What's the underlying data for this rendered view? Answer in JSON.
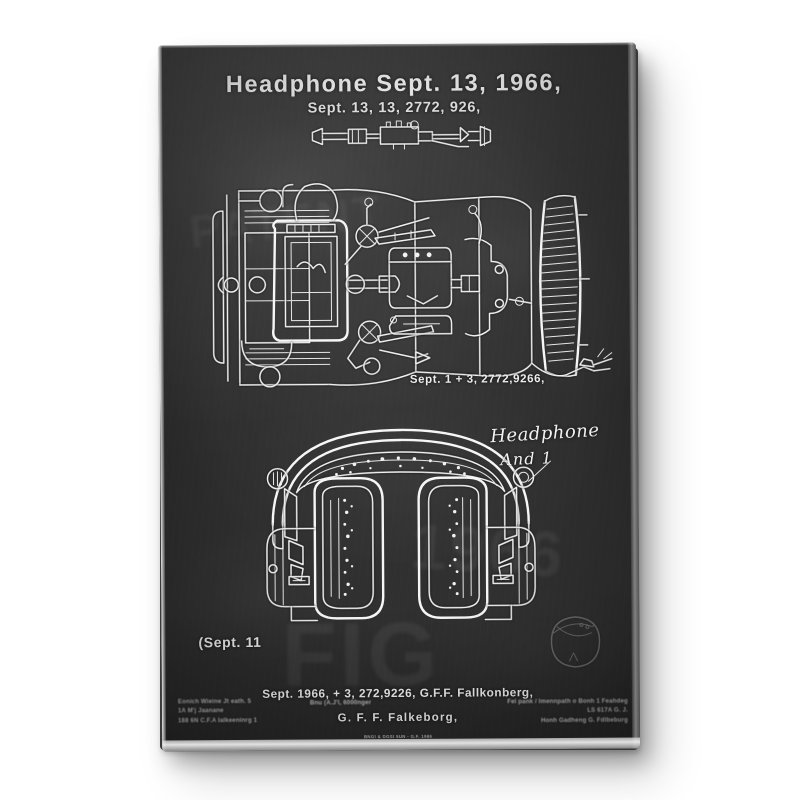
{
  "artwork": {
    "kind": "canvas-print",
    "subject": "vintage headphone patent blueprint on chalkboard",
    "background_color": "#2e2e2e",
    "ink_color": "#f2f2f2",
    "page_background": "#ffffff",
    "title": "Headphone  Sept.  13, 1966,",
    "subtitle": "Sept.  13, 13, 2772, 926,",
    "figure_caption_middle": "Sept. 1  +   3, 2772,9266,",
    "handwriting_line1": "Headphone",
    "handwriting_line2": "And 1",
    "figure_label_bottom_left": "(Sept. 11",
    "footer": {
      "main_line": "Sept.  1966,  +  3, 272,9226, G.F.F.  Fallkonberg,",
      "signature": "G.  F.  F.  Falkeborg,",
      "block_left": "Eonich Wieine Jt eath. 5\n1A M'j Jaanane\n188 6N C.F.A Ialkeeninrg 1",
      "block_middle": "Bnu (A.J'l, 6000nger",
      "block_right": "Fel pank / Imennpath o Bonh 1 Feahdeg\nLS 617A  G. J.\nHonh Gadheng G. Fdlbeburg",
      "tiny_line": "BNGI & DGSI 5UN  -  G.F. 1966"
    },
    "ghost_marks": [
      "PATENT",
      "1966",
      "FIG"
    ]
  }
}
